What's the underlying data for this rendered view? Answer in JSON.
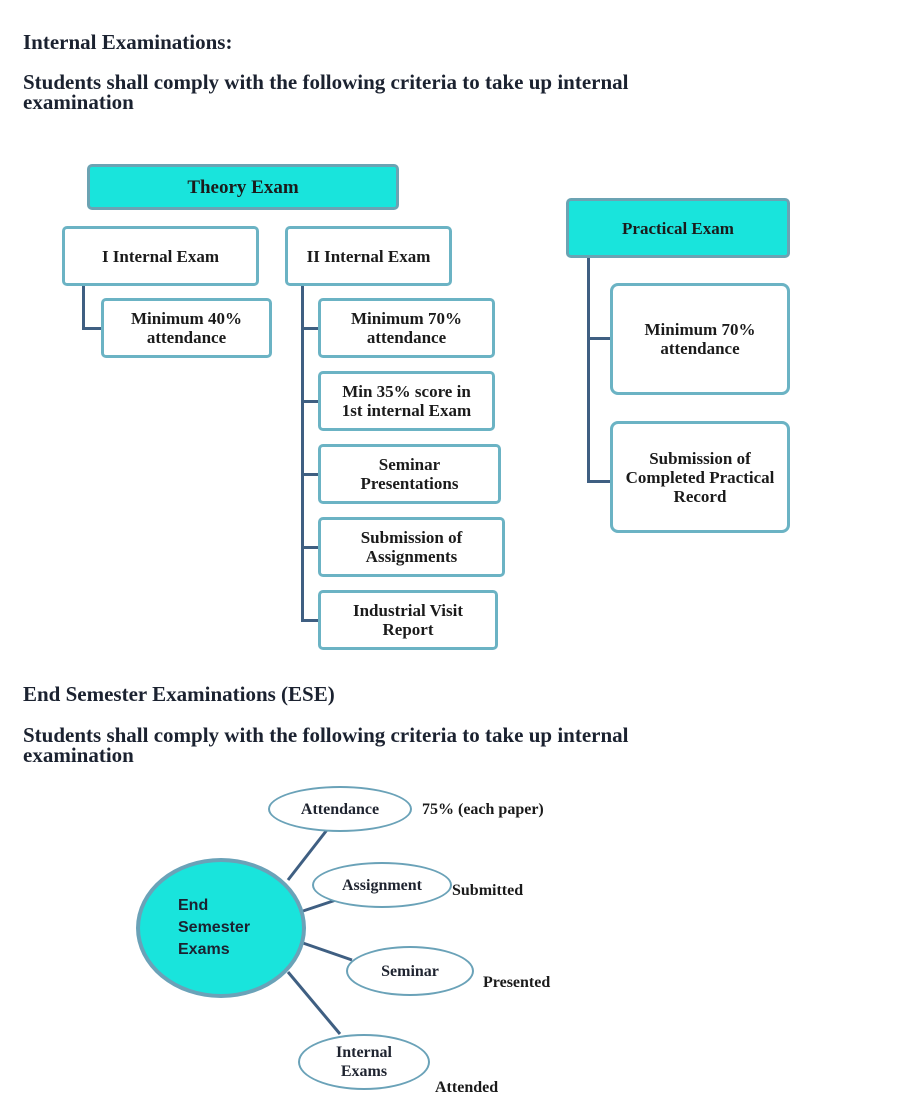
{
  "internal": {
    "title": "Internal Examinations:",
    "criteria": "Students shall comply with the following criteria to take up internal\nexamination",
    "theory": {
      "header": "Theory Exam",
      "first": {
        "label": "I Internal Exam",
        "items": [
          "Minimum 40%\nattendance"
        ]
      },
      "second": {
        "label": "II Internal Exam",
        "items": [
          "Minimum 70%\nattendance",
          "Min 35% score in\n1st internal Exam",
          "Seminar\nPresentations",
          "Submission of\nAssignments",
          "Industrial Visit\nReport"
        ]
      }
    },
    "practical": {
      "header": "Practical Exam",
      "items": [
        "Minimum 70%\nattendance",
        "Submission  of\nCompleted Practical\nRecord"
      ]
    }
  },
  "ese": {
    "title": "End Semester Examinations (ESE)",
    "criteria": "Students shall comply with the following criteria to take up internal\nexamination",
    "center": "End\nSemester\nExams",
    "branches": [
      {
        "label": "Attendance",
        "value": "75% (each paper)"
      },
      {
        "label": "Assignment",
        "value": "Submitted"
      },
      {
        "label": "Seminar",
        "value": "Presented"
      },
      {
        "label": "Internal\nExams",
        "value": "Attended"
      }
    ]
  },
  "colors": {
    "header_fill": "#19e4dc",
    "box_border": "#6bb3c4",
    "connector": "#3f5f82"
  }
}
